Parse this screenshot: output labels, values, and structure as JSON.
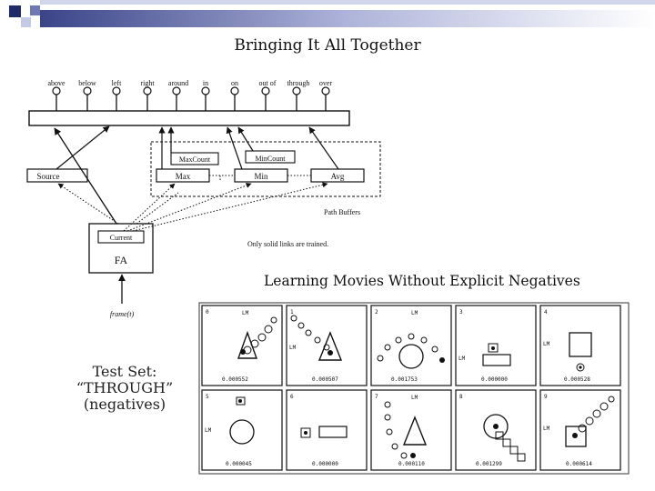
{
  "slide_title": "Bringing It All Together",
  "network": {
    "outputs": [
      "above",
      "below",
      "left",
      "right",
      "around",
      "in",
      "on",
      "out of",
      "through",
      "over"
    ],
    "source_label": "Source",
    "max_label": "Max",
    "min_label": "Min",
    "avg_label": "Avg",
    "maxcount_label": "MaxCount",
    "mincount_label": "MinCount",
    "path_buffers_label": "Path Buffers",
    "current_label": "Current",
    "fa_label": "FA",
    "trained_note": "Only solid links are trained.",
    "frame_label": "frame(t)"
  },
  "movies": {
    "heading": "Learning Movies Without Explicit Negatives",
    "lm_label": "LM",
    "panels": [
      {
        "index": "0",
        "score": "0.000552"
      },
      {
        "index": "1",
        "score": "0.000507"
      },
      {
        "index": "2",
        "score": "0.001753"
      },
      {
        "index": "3",
        "score": "0.000000"
      },
      {
        "index": "4",
        "score": "0.000528"
      },
      {
        "index": "5",
        "score": "0.000045"
      },
      {
        "index": "6",
        "score": "0.000000"
      },
      {
        "index": "7",
        "score": "0.000110"
      },
      {
        "index": "8",
        "score": "0.001299"
      },
      {
        "index": "9",
        "score": "0.000614"
      }
    ]
  },
  "test_set": {
    "line1": "Test Set:",
    "line2": "“THROUGH”",
    "line3": "(negatives)"
  },
  "colors": {
    "bullet_dark": "#1f2a6b",
    "bullet_mid": "#6f78b2",
    "bullet_light": "#c4c9e6"
  }
}
